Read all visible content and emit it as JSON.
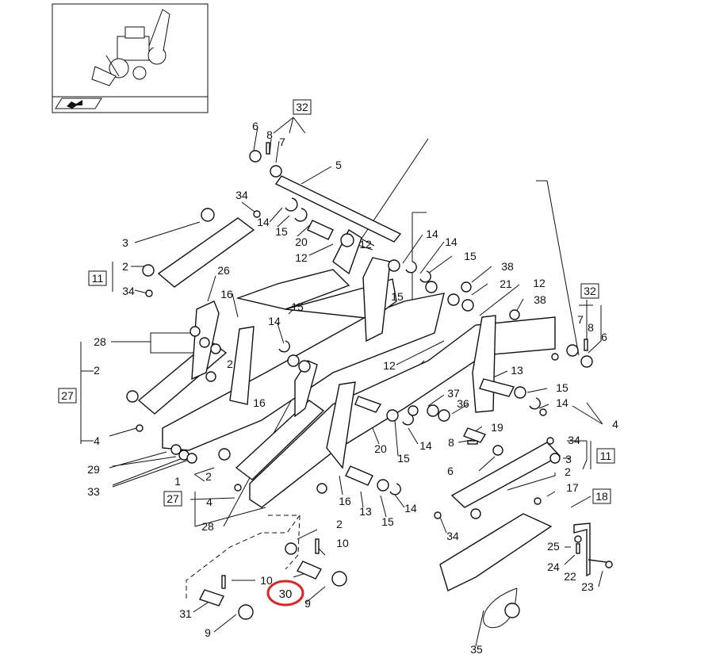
{
  "diagram": {
    "highlight_color": "#d62828",
    "thumbnail_icon": "tractor-loader-backhoe-icon",
    "nav_icon": "next-page-arrow-icon",
    "callouts": {
      "c6a": "6",
      "c8a": "8",
      "c7a": "7",
      "c5": "5",
      "c34a": "34",
      "c14a": "14",
      "c15a": "15",
      "c20a": "20",
      "c12a": "12",
      "c12b": "12",
      "c3a": "3",
      "c2a": "2",
      "c34b": "34",
      "c14b": "14",
      "c14c": "14",
      "c15b": "15",
      "c15c": "15",
      "c38a": "38",
      "c21": "21",
      "c38b": "38",
      "c12c": "12",
      "c26": "26",
      "c16a": "16",
      "c15d": "15",
      "c14d": "14",
      "c28a": "28",
      "c2b": "2",
      "c2c": "2",
      "c16b": "16",
      "c7b": "7",
      "c8b": "8",
      "c6b": "6",
      "c12d": "12",
      "c13a": "13",
      "c15e": "15",
      "c14e": "14",
      "c4a": "4",
      "c37": "37",
      "c36": "36",
      "c19": "19",
      "c8c": "8",
      "c4b": "4",
      "c29": "29",
      "c33": "33",
      "c1": "1",
      "c2d": "2",
      "c4c": "4",
      "c28b": "28",
      "c20b": "20",
      "c15f": "15",
      "c14f": "14",
      "c16c": "16",
      "c13b": "13",
      "c15g": "15",
      "c14g": "14",
      "c6c": "6",
      "c34c": "34",
      "c3b": "3",
      "c2e": "2",
      "c17": "17",
      "c34d": "34",
      "c2f": "2",
      "c10a": "10",
      "c10b": "10",
      "c30": "30",
      "c9a": "9",
      "c31": "31",
      "c9b": "9",
      "c25": "25",
      "c24": "24",
      "c22": "22",
      "c23": "23",
      "c35": "35"
    },
    "boxed_refs": {
      "b32a": "32",
      "b11a": "11",
      "b32b": "32",
      "b27a": "27",
      "b11b": "11",
      "b27b": "27",
      "b18": "18"
    }
  }
}
